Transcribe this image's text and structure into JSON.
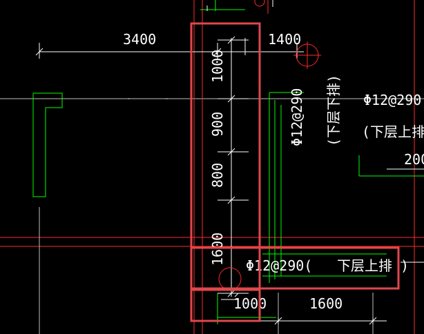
{
  "drawing": {
    "background_color": "#000000",
    "colors": {
      "dimension": "#ffffff",
      "outline": "#00ff00",
      "grid_red": "#ff2a2a",
      "highlight": "#e0474c"
    },
    "dimensions": {
      "d1": "3400",
      "d2": "1400",
      "v1": "1000",
      "v2": "900",
      "v3": "800",
      "v4": "1600",
      "b1": "1000",
      "b2": "1600",
      "r1": "200"
    },
    "rebar_labels": {
      "vertical_main": "Φ12@290",
      "vertical_note": "(下层下排)",
      "right_top": "Φ12@290",
      "right_note": "(下层上排",
      "bottom_main": "Φ12@290(",
      "bottom_note": "下层上排  )"
    }
  }
}
